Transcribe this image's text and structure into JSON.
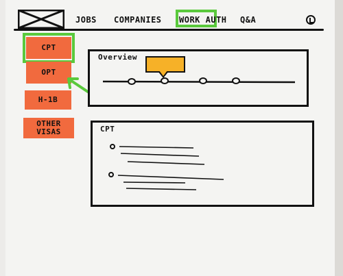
{
  "nav": {
    "items": [
      {
        "name": "nav-jobs",
        "label": "JOBS"
      },
      {
        "name": "nav-companies",
        "label": "COMPANIES"
      },
      {
        "name": "nav-work-auth",
        "label": "WORK AUTH"
      },
      {
        "name": "nav-qa",
        "label": "Q&A"
      }
    ],
    "active": "WORK AUTH"
  },
  "sidebar": {
    "items": [
      {
        "label": "CPT",
        "selected": true
      },
      {
        "label": "OPT"
      },
      {
        "label": "H-1B"
      },
      {
        "label_line1": "OTHER",
        "label_line2": "VISAS"
      }
    ]
  },
  "overview": {
    "title": "Overview"
  },
  "detail": {
    "title": "CPT"
  },
  "colors": {
    "highlight": "#5ac93c",
    "button": "#f16a3e",
    "tooltip": "#f6b128",
    "ink": "#111111"
  },
  "icons": [
    "logo-placeholder-icon",
    "account-icon",
    "arrow-icon"
  ]
}
